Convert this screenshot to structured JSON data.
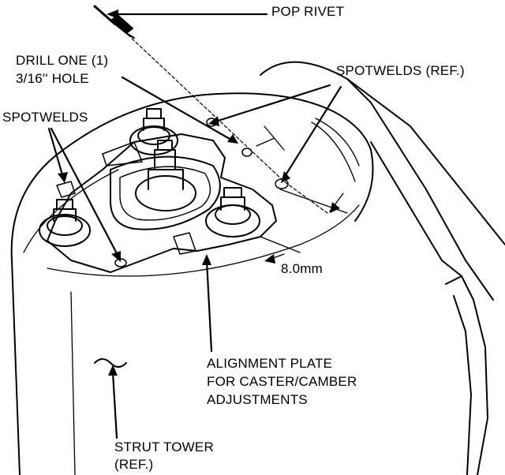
{
  "labels": {
    "pop_rivet": "POP RIVET",
    "drill_line1": "DRILL ONE (1)",
    "drill_line2": "3/16'' HOLE",
    "spotwelds_ref": "SPOTWELDS (REF.)",
    "spotwelds": "SPOTWELDS",
    "dimension": "8.0mm",
    "alignment_line1": "ALIGNMENT PLATE",
    "alignment_line2": "FOR CASTER/CAMBER",
    "alignment_line3": "ADJUSTMENTS",
    "strut_line1": "STRUT TOWER",
    "strut_line2": "(REF.)"
  },
  "colors": {
    "ink": "#000000",
    "paper": "#ffffff"
  }
}
